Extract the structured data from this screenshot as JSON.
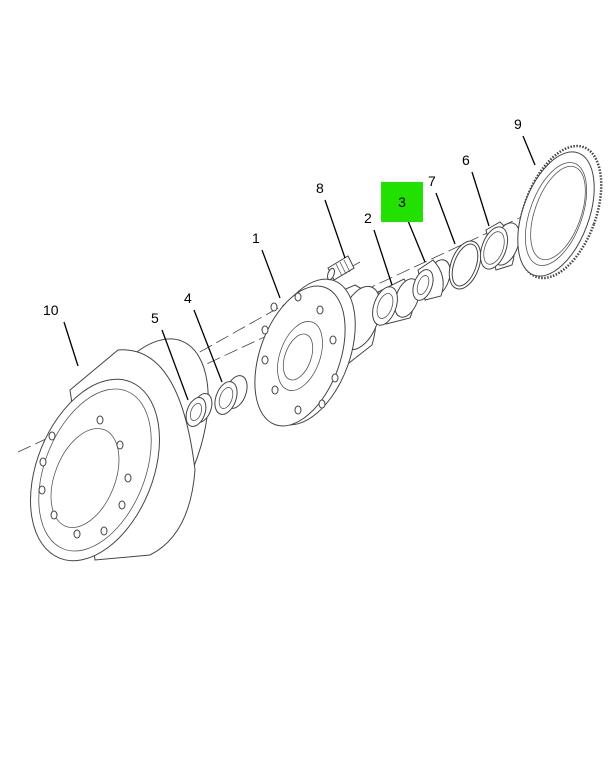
{
  "diagram": {
    "highlight_color": "#22e000",
    "highlighted_callout": "3",
    "callouts": [
      {
        "id": "1",
        "part": "hub"
      },
      {
        "id": "2",
        "part": "bearing-cup"
      },
      {
        "id": "3",
        "part": "bearing-cone"
      },
      {
        "id": "4",
        "part": "bearing-cup"
      },
      {
        "id": "5",
        "part": "bearing-cone"
      },
      {
        "id": "6",
        "part": "seal"
      },
      {
        "id": "7",
        "part": "snap-ring"
      },
      {
        "id": "8",
        "part": "wheel-stud"
      },
      {
        "id": "9",
        "part": "tone-ring"
      },
      {
        "id": "10",
        "part": "brake-drum"
      }
    ]
  }
}
